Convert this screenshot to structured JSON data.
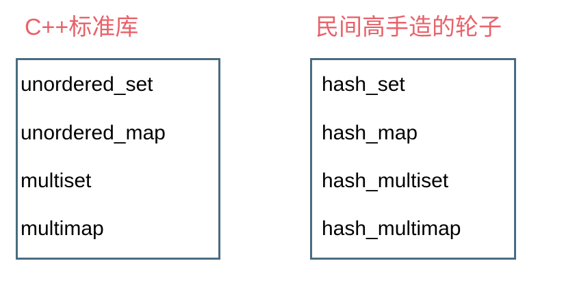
{
  "page": {
    "background_color": "#ffffff",
    "heading_color": "#e8626a",
    "box_border_color": "#4a6b80",
    "item_text_color": "#000000"
  },
  "columns": [
    {
      "heading": "C++标准库",
      "items": [
        "unordered_set",
        "unordered_map",
        "multiset",
        "multimap"
      ]
    },
    {
      "heading": "民间高手造的轮子",
      "items": [
        "hash_set",
        "hash_map",
        "hash_multiset",
        "hash_multimap"
      ]
    }
  ]
}
